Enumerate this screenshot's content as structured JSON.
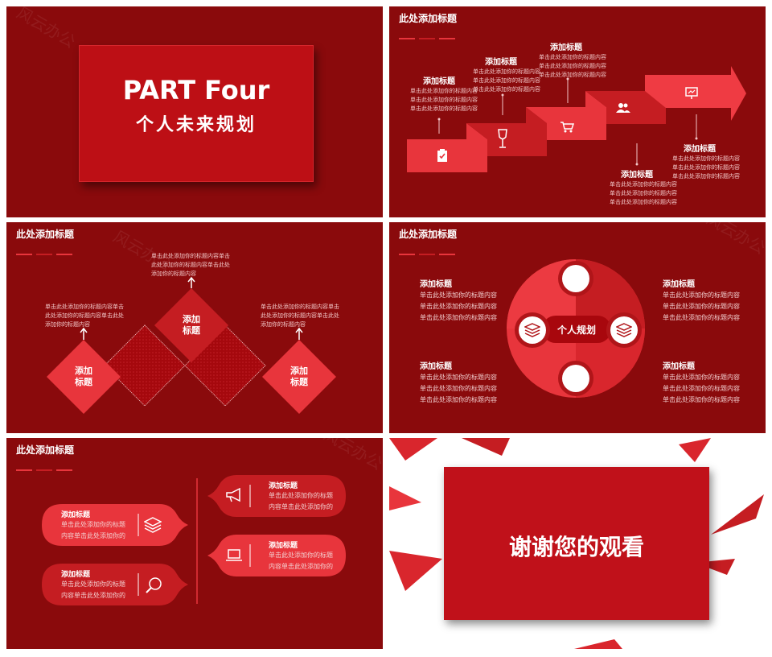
{
  "slide1": {
    "title_en": "PART Four",
    "title_cn": "个人未来规划"
  },
  "common": {
    "page_title": "此处添加标题",
    "watermark": "风云办公"
  },
  "slide2": {
    "heading": "添加标题",
    "line": "单击此处添加你的标题内容"
  },
  "slide3": {
    "label": "添加\n标题",
    "text": "单击此处添加你的标题内容单击此处添加你的标题内容单击此处添加你的标题内容"
  },
  "slide4": {
    "center": "个人规划",
    "heading": "添加标题",
    "line": "单击此处添加你的标题内容"
  },
  "slide5": {
    "heading": "添加标题",
    "line1": "单击此处添加你的标题",
    "line2": "内容单击此处添加你的"
  },
  "slide6": {
    "thanks": "谢谢您的观看"
  },
  "colors": {
    "bg": "#8a0a0c",
    "accent": "#e8353c",
    "dark": "#b01519"
  }
}
